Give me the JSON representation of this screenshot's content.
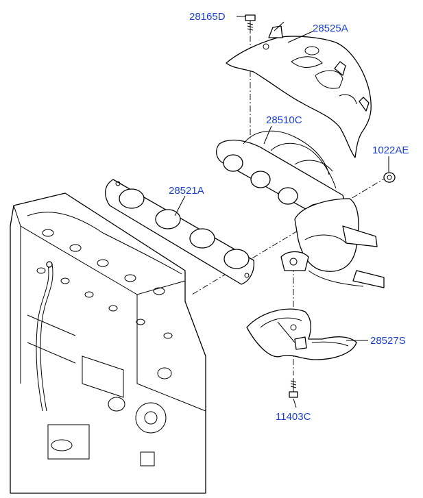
{
  "diagram": {
    "callouts": {
      "bolt_top": "28165D",
      "heat_shield_upper": "28525A",
      "manifold": "28510C",
      "nut": "1022AE",
      "gasket": "28521A",
      "heat_shield_lower": "28527S",
      "bolt_bottom": "11403C"
    },
    "colors": {
      "label": "#1a3fd0",
      "line": "#000000",
      "background": "#ffffff"
    }
  }
}
